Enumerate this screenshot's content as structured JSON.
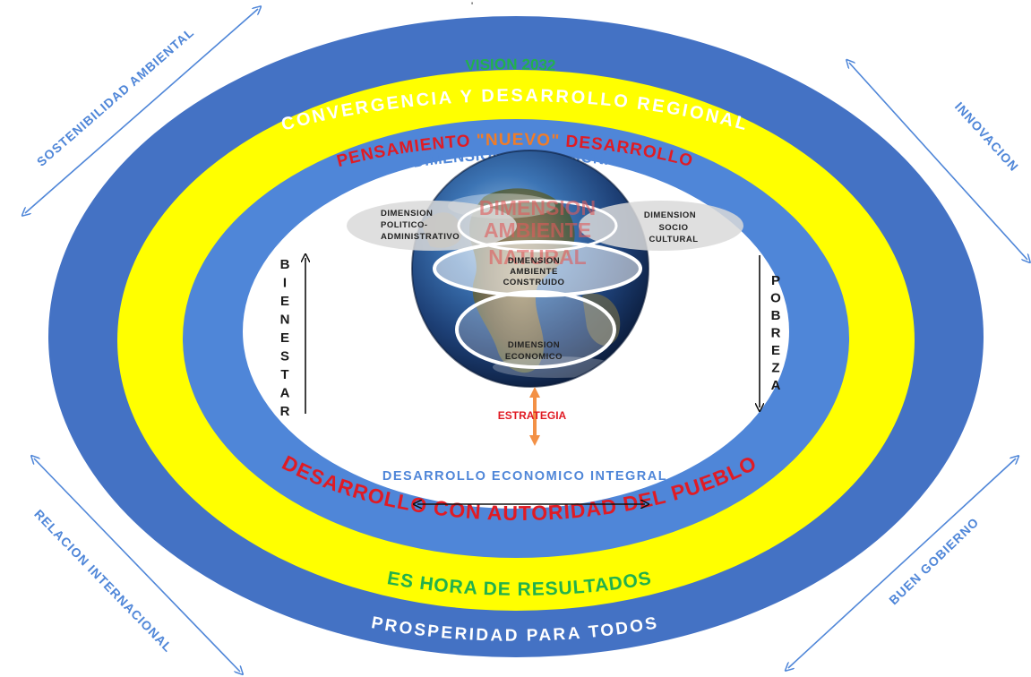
{
  "colors": {
    "outer_ring": "#4472C4",
    "yellow_ring": "#FFFF00",
    "inner_blue_ring": "#4F86D8",
    "center": "#FFFFFF",
    "green_text": "#22B14C",
    "red_text": "#E01B24",
    "orange_text": "#F07C28",
    "corner_text": "#4F86D8",
    "blue_text": "#4F86D8",
    "arrow_orange": "#F39146"
  },
  "rings": {
    "outer_top": "CONVERGENCIA Y DESARROLLO REGIONAL",
    "outer_bottom": "PROSPERIDAD PARA TODOS",
    "yellow_top": "VISION 2032",
    "yellow_bottom": "ES HORA DE RESULTADOS",
    "inner_top_part1": "PENSAMIENTO ",
    "inner_top_part2": "\"NUEVO\"",
    "inner_top_part3": " DESARROLLO",
    "inner_bottom": "DESARROLLO CON AUTORIDAD DEL PUEBLO",
    "center_top": "DIMENSION POBLACIONAL"
  },
  "corners": {
    "top_left": "SOSTENIBILIDAD AMBIENTAL",
    "top_right": "INNOVACION",
    "bottom_left": "RELACION INTERNACIONAL",
    "bottom_right": "BUEN GOBIERNO"
  },
  "globe": {
    "big_label_1": "DIMENSION",
    "big_label_2": "AMBIENTE",
    "big_label_3": "NATURAL",
    "politico_1": "DIMENSION",
    "politico_2": "POLITICO-",
    "politico_3": "ADMINISTRATIVO",
    "socio_1": "DIMENSION",
    "socio_2": "SOCIO",
    "socio_3": "CULTURAL",
    "construido_1": "DIMENSION",
    "construido_2": "AMBIENTE",
    "construido_3": "CONSTRUIDO",
    "economico_1": "DIMENSION",
    "economico_2": "ECONOMICO"
  },
  "center": {
    "estrategia": "ESTRATEGIA",
    "desarrollo_integral": "DESARROLLO ECONOMICO INTEGRAL",
    "left_vertical": [
      "B",
      "I",
      "E",
      "N",
      "E",
      "S",
      "T",
      "A",
      "R"
    ],
    "right_vertical": [
      "P",
      "O",
      "B",
      "R",
      "E",
      "Z",
      "A"
    ]
  }
}
